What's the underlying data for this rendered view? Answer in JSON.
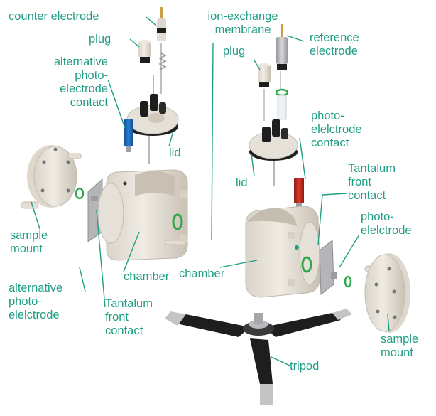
{
  "colors": {
    "label": "#1f9e84",
    "leader": "#1f9e84",
    "body": "#e9e4db",
    "shadow": "#c9c2b6",
    "black": "#1e1e1e",
    "green": "#2ea84a",
    "blue": "#1c66b3",
    "red": "#c0261d",
    "metal": "#a9abad"
  },
  "labels": {
    "counter_electrode": "counter electrode",
    "plug_left": "plug",
    "alt_photo_contact": [
      "alternative",
      "photo-",
      "electrode",
      "contact"
    ],
    "lid_left": "lid",
    "ion_membrane": [
      "ion-exchange",
      "membrane"
    ],
    "plug_right": "plug",
    "reference_electrode": [
      "reference",
      "electrode"
    ],
    "photo_contact": [
      "photo-",
      "elelctrode",
      "contact"
    ],
    "lid_right": "lid",
    "tantalum_right": [
      "Tantalum",
      "front",
      "contact"
    ],
    "photoelectrode_right": [
      "photo-",
      "elelctrode"
    ],
    "sample_mount_left": [
      "sample",
      "mount"
    ],
    "chamber_left": "chamber",
    "alt_photoelectrode": [
      "alternative",
      "photo-",
      "elelctrode"
    ],
    "tantalum_left": [
      "Tantalum",
      "front",
      "contact"
    ],
    "chamber_right": "chamber",
    "tripod": "tripod",
    "sample_mount_right": [
      "sample",
      "mount"
    ]
  }
}
